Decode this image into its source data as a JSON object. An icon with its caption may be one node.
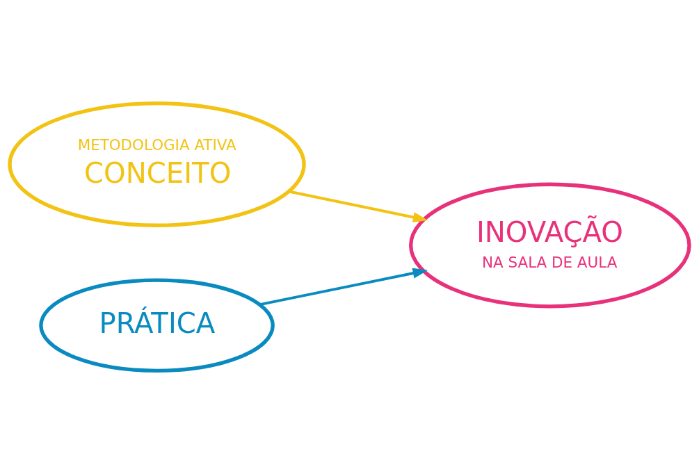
{
  "diagram": {
    "nodes": [
      {
        "text": [
          "METODOLOGIA ATIVA",
          "CONCEITO"
        ]
      },
      {
        "text": [
          "PRÁTICA"
        ]
      },
      {
        "text": [
          "INOVAÇÃO",
          "NA SALA DE AULA"
        ]
      }
    ],
    "edges": [
      {
        "from": 0,
        "to": 2,
        "arrow": "to",
        "color": "#f2c314"
      },
      {
        "from": 1,
        "to": 2,
        "arrow": "to",
        "color": "#0a8bbf"
      }
    ]
  }
}
